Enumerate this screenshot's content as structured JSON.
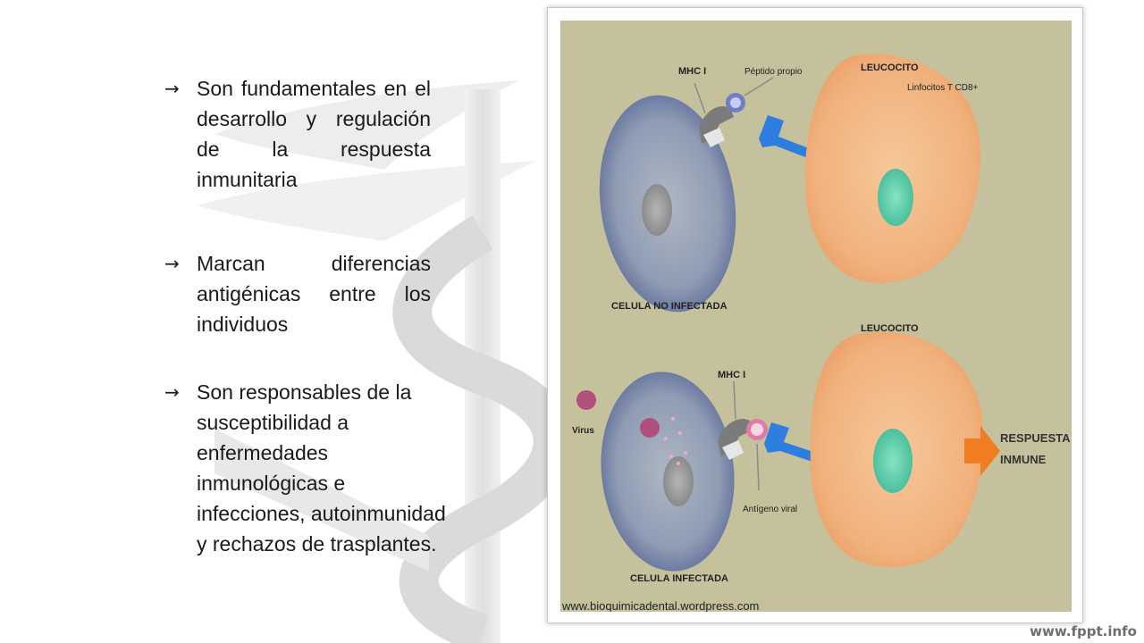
{
  "bullets": [
    {
      "text": "Son fundamentales en el desarrollo y regulación de la respuesta inmunitaria"
    },
    {
      "text": "Marcan diferencias antigénicas entre los individuos"
    },
    {
      "text": "Son responsables de la susceptibilidad a enfermedades inmunológicas e infecciones, autoinmunidad y rechazos de trasplantes."
    }
  ],
  "arrow_glyph": "→",
  "diagram": {
    "top_mhc": "MHC I",
    "top_peptide": "Péptido propio",
    "top_leucocito": "LEUCOCITO",
    "top_linfocitos": "Linfocitos T CD8+",
    "top_cell_label": "CELULA NO INFECTADA",
    "bottom_leucocito": "LEUCOCITO",
    "bottom_mhc": "MHC I",
    "virus_label": "Virus",
    "antigen_label": "Antígeno viral",
    "bottom_cell_label": "CELULA INFECTADA",
    "response_line1": "RESPUESTA",
    "response_line2": "INMUNE",
    "source_url": "www.bioquimicadental.wordpress.com"
  },
  "footer": "www.fppt.info"
}
